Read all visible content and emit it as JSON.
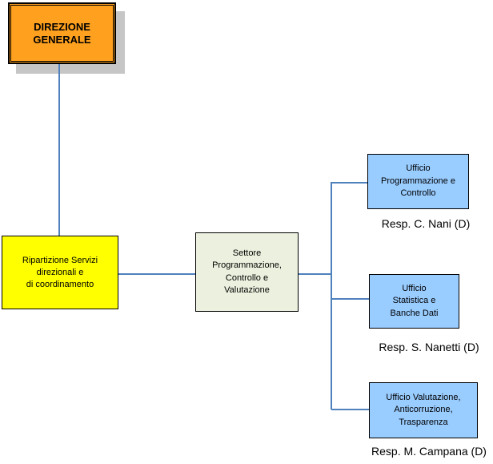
{
  "diagram": {
    "type": "org-chart",
    "background": "#FFFFFF",
    "connector_color": "#4F81BD",
    "shadow_color": "#C6C6C6",
    "nodes": {
      "direzione_generale": {
        "label": "DIREZIONE\nGENERALE",
        "fill": "#FFA01E",
        "border": "double-black"
      },
      "ripartizione": {
        "label": "Ripartizione Servizi\ndirezionali e\ndi coordinamento",
        "fill": "#FFFF00"
      },
      "settore": {
        "label": "Settore\nProgrammazione,\nControllo e\nValutazione",
        "fill": "#EBF1DE"
      },
      "uffici": [
        {
          "label": "Ufficio\nProgrammazione e\nControllo",
          "responsabile": "Resp. C. Nani (D)",
          "fill": "#99CCFF"
        },
        {
          "label": "Ufficio\nStatistica e\nBanche Dati",
          "responsabile": "Resp. S. Nanetti (D)",
          "fill": "#99CCFF"
        },
        {
          "label": "Ufficio Valutazione,\nAnticorruzione,\nTrasparenza",
          "responsabile": "Resp. M. Campana (D)",
          "fill": "#99CCFF"
        }
      ]
    }
  }
}
